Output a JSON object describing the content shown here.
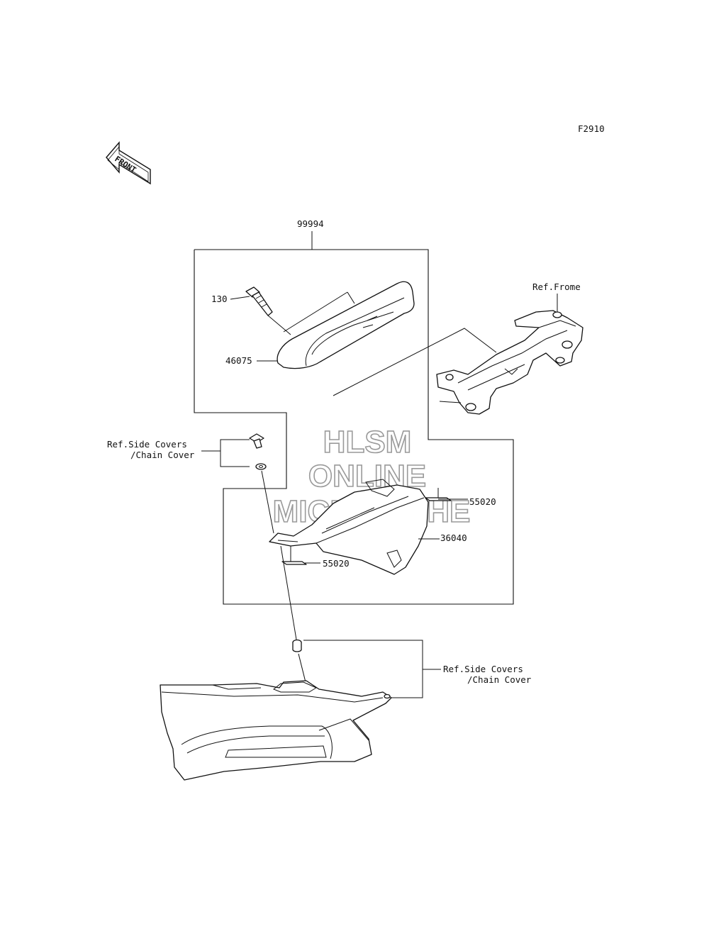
{
  "figure_code": "F2910",
  "front_arrow_text": "FRONT",
  "watermark": [
    "HLSM",
    "ONLINE",
    "MICROFICHE"
  ],
  "labels": {
    "assembly": "99994",
    "bolt": "130",
    "guard": "46075",
    "ref_frame": "Ref.Frome",
    "ref_side_covers_top": [
      "Ref.Side Covers",
      "/Chain Cover"
    ],
    "ref_side_covers_bottom": [
      "Ref.Side Covers",
      "/Chain Cover"
    ],
    "tape_right": "55020",
    "tape_left": "55020",
    "cover": "36040"
  }
}
